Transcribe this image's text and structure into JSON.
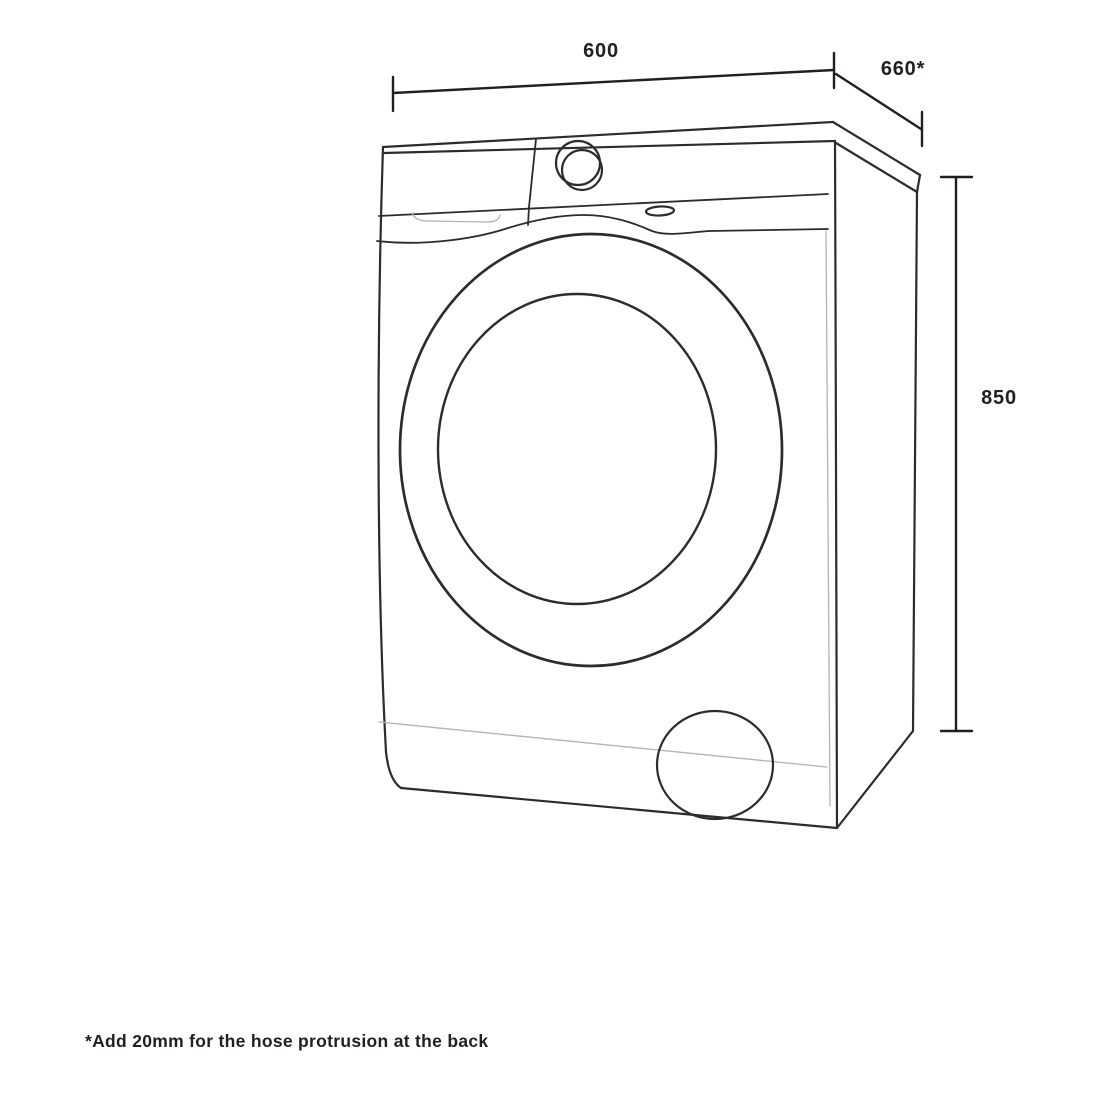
{
  "figure": {
    "subject": "front-load-washing-machine-line-drawing",
    "unit": "mm",
    "dimensions": {
      "width": {
        "label": "600",
        "value": 600
      },
      "depth": {
        "label": "660*",
        "value": 660
      },
      "height": {
        "label": "850",
        "value": 850
      }
    },
    "footnote": "*Add 20mm for the hose protrusion at the back",
    "colors": {
      "background": "#ffffff",
      "line": "#2e2b2c",
      "thin_line": "#b3b3b3",
      "text": "#231f20"
    }
  }
}
